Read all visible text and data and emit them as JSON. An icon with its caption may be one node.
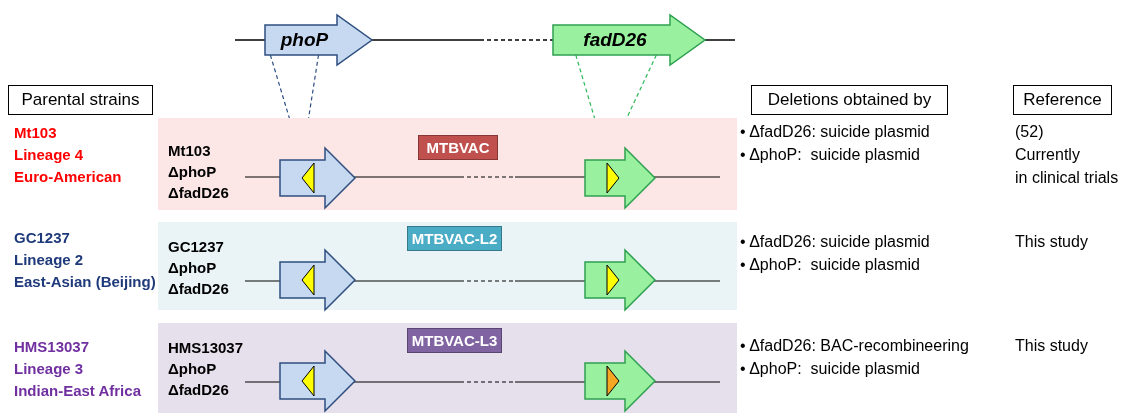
{
  "diagram": {
    "nodes": [
      {
        "text": [
          "phoP"
        ]
      },
      {
        "text": [
          "fadD26"
        ]
      },
      {
        "text": [
          "Parental strains"
        ]
      },
      {
        "text": [
          "Deletions obtained by"
        ]
      },
      {
        "text": [
          "Reference"
        ]
      },
      {
        "text": [
          "Mt103 ΔphoP ΔfadD26"
        ]
      },
      {
        "text": [
          "MTBVAC"
        ],
        "in": 5
      },
      {
        "text": [],
        "shape": "arrow",
        "in": 5
      },
      {
        "text": [],
        "shape": "arrow",
        "in": 5
      },
      {
        "text": [
          "GC1237 ΔphoP ΔfadD26"
        ]
      },
      {
        "text": [
          "MTBVAC-L2"
        ],
        "in": 9
      },
      {
        "text": [],
        "shape": "arrow",
        "in": 9
      },
      {
        "text": [],
        "shape": "arrow",
        "in": 9
      },
      {
        "text": [
          "HMS13037 ΔphoP ΔfadD26"
        ]
      },
      {
        "text": [
          "MTBVAC-L3"
        ],
        "in": 13
      },
      {
        "text": [],
        "shape": "arrow",
        "in": 13
      },
      {
        "text": [],
        "shape": "arrow",
        "in": 13
      }
    ],
    "edges": [
      {
        "from": 0,
        "to": 7,
        "arrow": "none",
        "style": "dashed",
        "color": "#2f4f80"
      },
      {
        "from": 0,
        "to": 7,
        "arrow": "none",
        "style": "dashed",
        "color": "#2f4f80"
      },
      {
        "from": 1,
        "to": 8,
        "arrow": "none",
        "style": "dashed",
        "color": "#2fb85a"
      },
      {
        "from": 1,
        "to": 8,
        "arrow": "none",
        "style": "dashed",
        "color": "#2fb85a"
      }
    ],
    "labels": [
      "Mt103",
      "Lineage 4",
      "Euro-American",
      "• ΔfadD26: suicide plasmid",
      "• ΔphoP:  suicide plasmid",
      "(52)",
      "Currently",
      "in clinical trials",
      "GC1237",
      "Lineage 2",
      "East-Asian (Beijing)",
      "• ΔfadD26: suicide plasmid",
      "• ΔphoP:  suicide plasmid",
      "This study",
      "HMS13037",
      "Lineage 3",
      "Indian-East Africa",
      "• ΔfadD26: BAC-recombineering",
      "• ΔphoP:  suicide plasmid",
      "This study"
    ]
  }
}
